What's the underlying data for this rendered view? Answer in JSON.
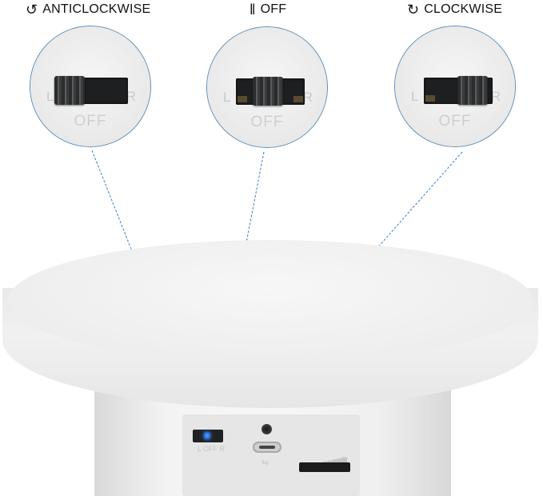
{
  "labels": {
    "anticlockwise": {
      "glyph": "↺",
      "text": "ANTICLOCKWISE"
    },
    "off": {
      "glyph": "‖",
      "text": "OFF"
    },
    "clockwise": {
      "glyph": "↻",
      "text": "CLOCKWISE"
    }
  },
  "lens_marks": {
    "left": "L",
    "right": "R",
    "off": "OFF"
  },
  "colors": {
    "callout_line": "#3a7fc4",
    "lens_border": "#5e8fb5",
    "led": "#2f86ff"
  }
}
